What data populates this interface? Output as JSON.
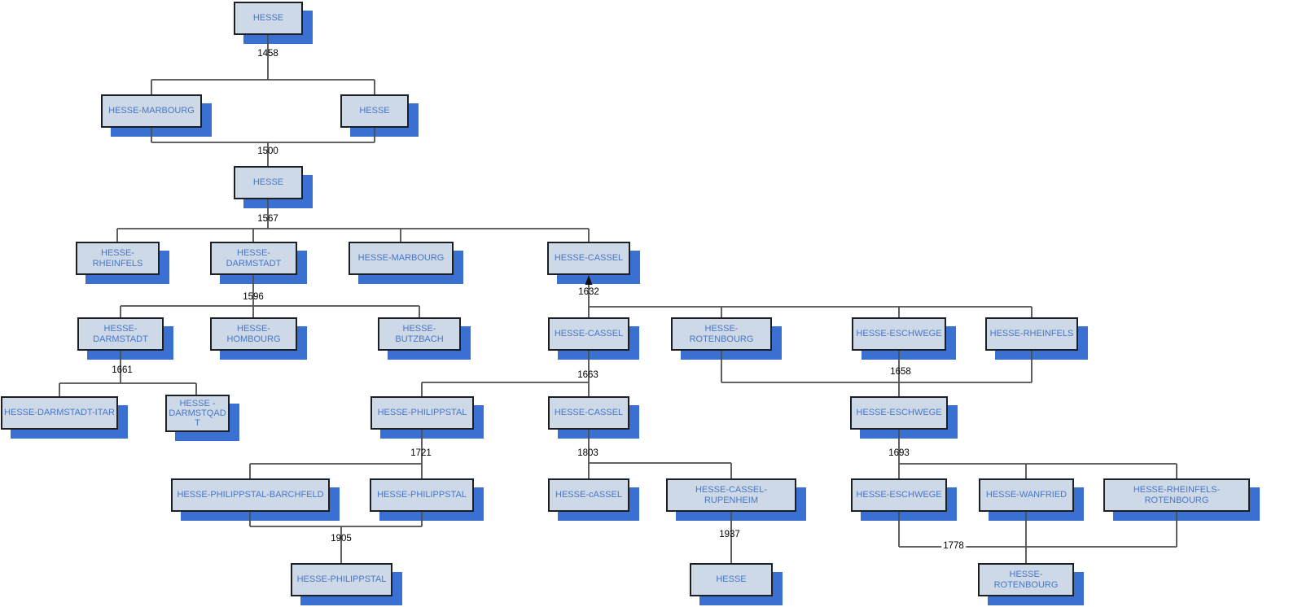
{
  "diagram": {
    "type": "family-tree",
    "background": "#ffffff",
    "colors": {
      "box_fill": "#cdd9e7",
      "box_border": "#1c2025",
      "box_shadow": "#3a70d2",
      "box_text": "#4a76c6",
      "connector_line": "#4f4f4f",
      "date_text": "#000000"
    },
    "icons": {
      "descent_arrow": "arrow-up"
    },
    "nodes": [
      {
        "label": "HESSE"
      },
      {
        "label": "HESSE-MARBOURG"
      },
      {
        "label": "HESSE"
      },
      {
        "label": "HESSE"
      },
      {
        "label": "HESSE-RHEINFELS"
      },
      {
        "label": "HESSE-DARMSTADT"
      },
      {
        "label": "HESSE-MARBOURG"
      },
      {
        "label": "HESSE-CASSEL"
      },
      {
        "label": "HESSE-DARMSTADT"
      },
      {
        "label": "HESSE-HOMBOURG"
      },
      {
        "label": "HESSE-BUTZBACH"
      },
      {
        "label": "HESSE-CASSEL"
      },
      {
        "label": "HESSE-ROTENBOURG"
      },
      {
        "label": "HESSE-ESCHWEGE"
      },
      {
        "label": "HESSE-RHEINFELS"
      },
      {
        "label": "HESSE-DARMSTADT-ITAR"
      },
      {
        "label": "HESSE - DARMSTQAD T"
      },
      {
        "label": "HESSE-PHILIPPSTAL"
      },
      {
        "label": "HESSE-CASSEL"
      },
      {
        "label": "HESSE-ESCHWEGE"
      },
      {
        "label": "HESSE-PHILIPPSTAL-BARCHFELD"
      },
      {
        "label": "HESSE-PHILIPPSTAL"
      },
      {
        "label": "HESSE-cASSEL"
      },
      {
        "label": "HESSE-CASSEL-RUPENHEIM"
      },
      {
        "label": "HESSE-ESCHWEGE"
      },
      {
        "label": "HESSE-WANFRIED"
      },
      {
        "label": "HESSE-RHEINFELS-ROTENBOURG"
      },
      {
        "label": "HESSE-PHILIPPSTAL"
      },
      {
        "label": "HESSE"
      },
      {
        "label": "HESSE-ROTENBOURG"
      }
    ],
    "dates": [
      {
        "label": "1458"
      },
      {
        "label": "1500"
      },
      {
        "label": "1567"
      },
      {
        "label": "1596"
      },
      {
        "label": "1632"
      },
      {
        "label": "1661"
      },
      {
        "label": "1663"
      },
      {
        "label": "1658"
      },
      {
        "label": "1721"
      },
      {
        "label": "1803"
      },
      {
        "label": "1693"
      },
      {
        "label": "1905"
      },
      {
        "label": "1937"
      },
      {
        "label": "1778"
      }
    ]
  }
}
